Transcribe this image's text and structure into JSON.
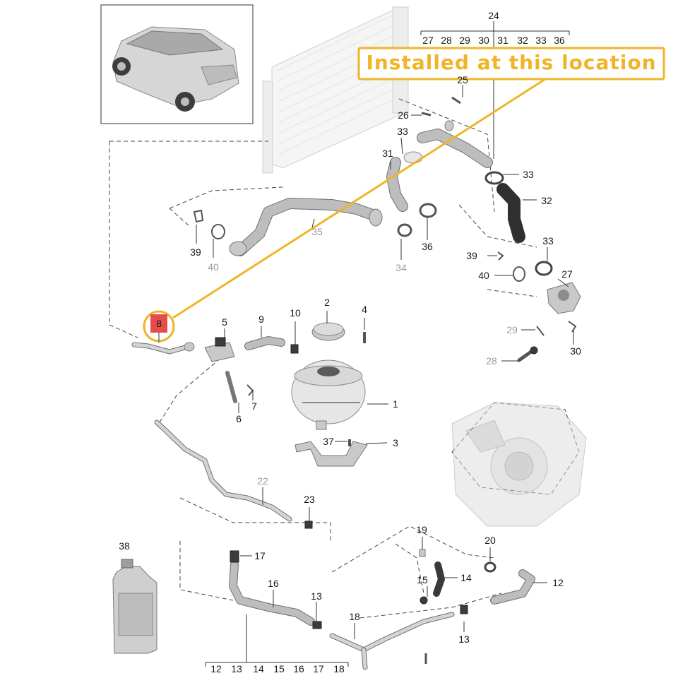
{
  "callout": {
    "text": "Installed at this location",
    "highlight_label": "8",
    "highlight_color": "#e74c4c",
    "accent_color": "#f0b429"
  },
  "labels": {
    "p1": "1",
    "p2": "2",
    "p3": "3",
    "p4": "4",
    "p5": "5",
    "p6": "6",
    "p7": "7",
    "p9": "9",
    "p10": "10",
    "p12a": "12",
    "p12b": "12",
    "p13a": "13",
    "p13b": "13",
    "p13c": "13",
    "p14a": "14",
    "p14b": "14",
    "p15a": "15",
    "p15b": "15",
    "p16a": "16",
    "p16b": "16",
    "p17a": "17",
    "p17b": "17",
    "p18a": "18",
    "p18b": "18",
    "p19": "19",
    "p20": "20",
    "p22": "22",
    "p23": "23",
    "p24": "24",
    "p25": "25",
    "p26": "26",
    "p27a": "27",
    "p27b": "27",
    "p28a": "28",
    "p28b": "28",
    "p29a": "29",
    "p29b": "29",
    "p30a": "30",
    "p30b": "30",
    "p31a": "31",
    "p31b": "31",
    "p32a": "32",
    "p32b": "32",
    "p33a": "33",
    "p33b": "33",
    "p33c": "33",
    "p33d": "33",
    "p34": "34",
    "p35": "35",
    "p36a": "36",
    "p36b": "36",
    "p37": "37",
    "p38": "38",
    "p39a": "39",
    "p39b": "39",
    "p40a": "40",
    "p40b": "40"
  },
  "icons": {
    "car": "car-icon",
    "coolant_bottle": "bottle-icon",
    "radiator": "radiator-icon",
    "expansion_tank": "tank-icon",
    "engine": "engine-icon"
  }
}
